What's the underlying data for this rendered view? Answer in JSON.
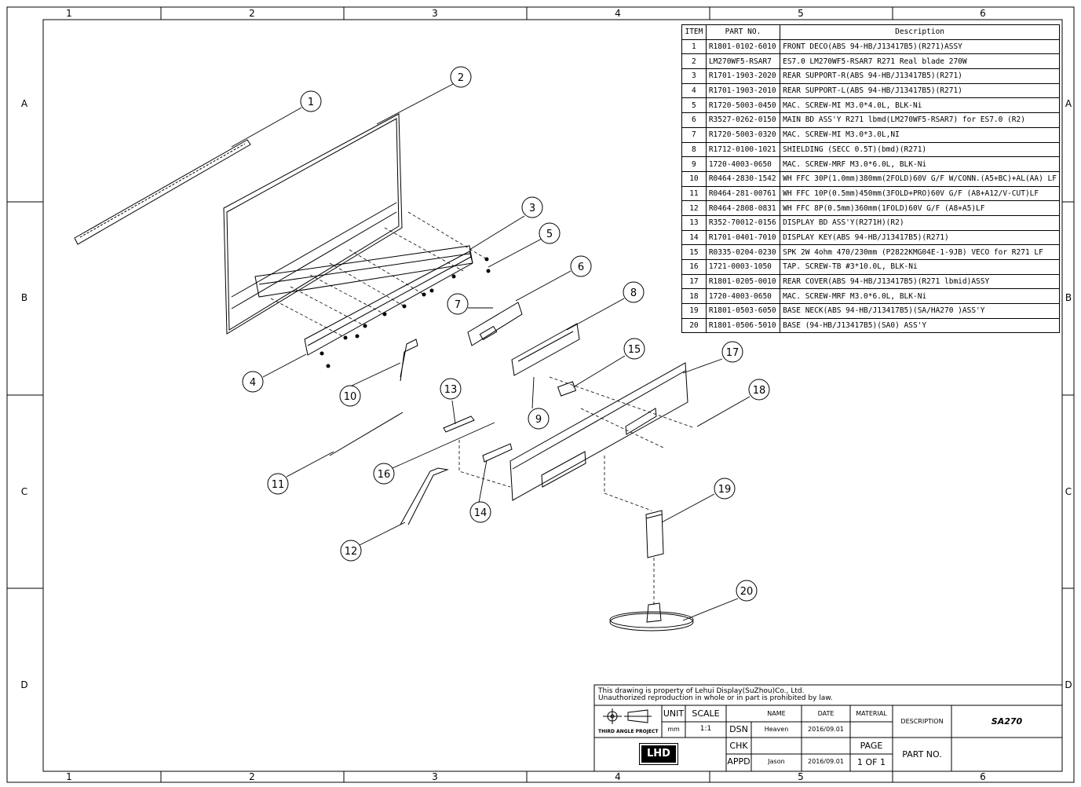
{
  "grid": {
    "columns": [
      "1",
      "2",
      "3",
      "4",
      "5",
      "6"
    ],
    "rows": [
      "A",
      "B",
      "C",
      "D"
    ]
  },
  "bom": {
    "headers": {
      "item": "ITEM",
      "part": "PART NO.",
      "desc": "Description"
    },
    "rows": [
      {
        "item": "1",
        "part": "R1801-0102-6010",
        "desc": "FRONT DECO(ABS 94-HB/J13417B5)(R271)ASSY"
      },
      {
        "item": "2",
        "part": "LM270WF5-RSAR7",
        "desc": "ES7.0 LM270WF5-RSAR7 R271 Real blade 270W"
      },
      {
        "item": "3",
        "part": "R1701-1903-2020",
        "desc": "REAR SUPPORT-R(ABS 94-HB/J13417B5)(R271)"
      },
      {
        "item": "4",
        "part": "R1701-1903-2010",
        "desc": "REAR SUPPORT-L(ABS 94-HB/J13417B5)(R271)"
      },
      {
        "item": "5",
        "part": "R1720-5003-0450",
        "desc": "MAC. SCREW-MI M3.0*4.0L, BLK-Ni"
      },
      {
        "item": "6",
        "part": "R3527-0262-0150",
        "desc": "MAIN BD ASS'Y R271 lbmd(LM270WF5-RSAR7) for ES7.0 (R2)"
      },
      {
        "item": "7",
        "part": "R1720-5003-0320",
        "desc": "MAC. SCREW-MI M3.0*3.0L,NI"
      },
      {
        "item": "8",
        "part": "R1712-0100-1021",
        "desc": "SHIELDING (SECC 0.5T)(bmd)(R271)"
      },
      {
        "item": "9",
        "part": "1720-4003-0650",
        "desc": "MAC. SCREW-MRF M3.0*6.0L, BLK-Ni"
      },
      {
        "item": "10",
        "part": "R0464-2830-1542",
        "desc": "WH FFC 30P(1.0mm)380mm(2FOLD)60V G/F W/CONN.(A5+BC)+AL(AA) LF"
      },
      {
        "item": "11",
        "part": "R0464-281-00761",
        "desc": "WH FFC 10P(0.5mm)450mm(3FOLD+PRO)60V G/F (A8+A12/V-CUT)LF"
      },
      {
        "item": "12",
        "part": "R0464-2808-0831",
        "desc": "WH FFC 8P(0.5mm)360mm(1FOLD)60V G/F (A8+A5)LF"
      },
      {
        "item": "13",
        "part": "R352-70012-0156",
        "desc": "DISPLAY BD ASS'Y(R271H)(R2)"
      },
      {
        "item": "14",
        "part": "R1701-0401-7010",
        "desc": "DISPLAY KEY(ABS 94-HB/J13417B5)(R271)"
      },
      {
        "item": "15",
        "part": "R0335-0204-0230",
        "desc": "SPK 2W 4ohm 470/230mm (P2822KMG04E-1-9JB) VECO for R271 LF"
      },
      {
        "item": "16",
        "part": "1721-0003-1050",
        "desc": "TAP. SCREW-TB #3*10.0L, BLK-Ni"
      },
      {
        "item": "17",
        "part": "R1801-0205-0010",
        "desc": "REAR COVER(ABS 94-HB/J13417B5)(R271 lbmid)ASSY"
      },
      {
        "item": "18",
        "part": "1720-4003-0650",
        "desc": "MAC. SCREW-MRF M3.0*6.0L, BLK-Ni"
      },
      {
        "item": "19",
        "part": "R1801-0503-6050",
        "desc": "BASE NECK(ABS 94-HB/J13417B5)(SA/HA270 )ASS'Y"
      },
      {
        "item": "20",
        "part": "R1801-0506-5010",
        "desc": "BASE (94-HB/J13417B5)(SA0) ASS'Y"
      }
    ]
  },
  "balloons": [
    "1",
    "2",
    "3",
    "4",
    "5",
    "6",
    "7",
    "8",
    "9",
    "10",
    "11",
    "12",
    "13",
    "14",
    "15",
    "16",
    "17",
    "18",
    "19",
    "20"
  ],
  "title_block": {
    "notice_line1": "This drawing is property of Lehui Display(SuZhou)Co., Ltd.",
    "notice_line2": "Unauthorized reproduction in whole or in part is prohibited by law.",
    "projection": "THIRD ANGLE PROJECT",
    "unit_label": "UNIT",
    "unit_value": "mm",
    "scale_label": "SCALE",
    "scale_value": "1:1",
    "name_label": "NAME",
    "date_label": "DATE",
    "material_label": "MATERIAL",
    "description_label": "DESCRIPTION",
    "description_value": "SA270",
    "dsn_label": "DSN",
    "dsn_name": "Heaven",
    "dsn_date": "2016/09.01",
    "chk_label": "CHK",
    "appd_label": "APPD",
    "appd_name": "Jason",
    "appd_date": "2016/09.01",
    "page_label": "PAGE",
    "page_value": "1 OF 1",
    "part_no_label": "PART NO.",
    "logo_text": "LHD"
  }
}
